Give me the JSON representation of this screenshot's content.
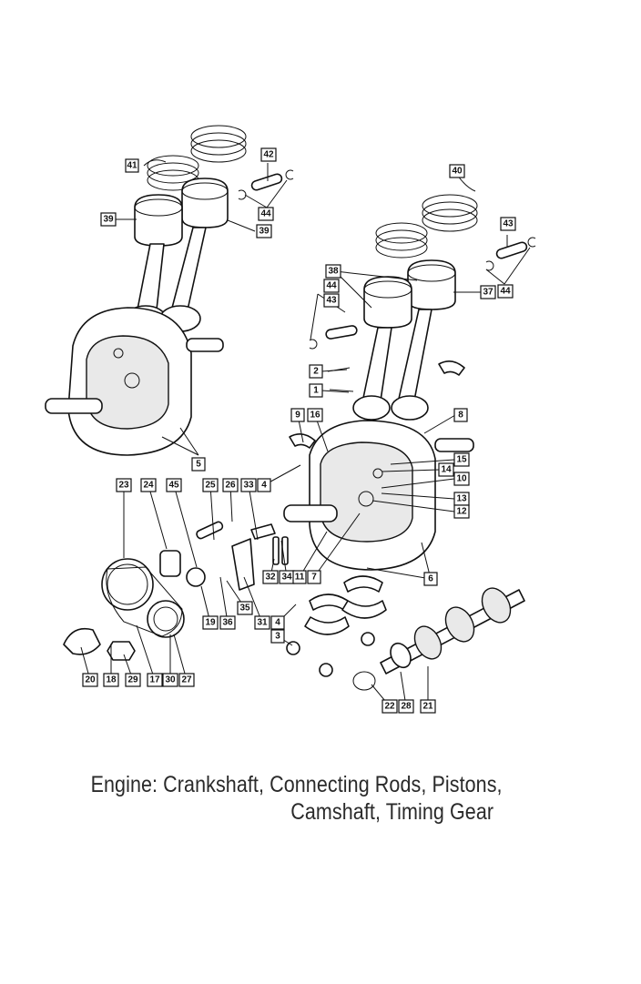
{
  "caption": {
    "line1": "Engine: Crankshaft, Connecting Rods, Pistons,",
    "line2": "Camshaft, Timing Gear"
  },
  "callouts": [
    "1",
    "2",
    "3",
    "4",
    "4",
    "5",
    "6",
    "7",
    "8",
    "9",
    "10",
    "11",
    "12",
    "13",
    "14",
    "15",
    "16",
    "17",
    "18",
    "19",
    "20",
    "21",
    "22",
    "23",
    "24",
    "25",
    "26",
    "27",
    "28",
    "29",
    "30",
    "31",
    "32",
    "33",
    "34",
    "35",
    "36",
    "37",
    "38",
    "39",
    "39",
    "40",
    "41",
    "42",
    "43",
    "43",
    "44",
    "44",
    "44",
    "45"
  ]
}
